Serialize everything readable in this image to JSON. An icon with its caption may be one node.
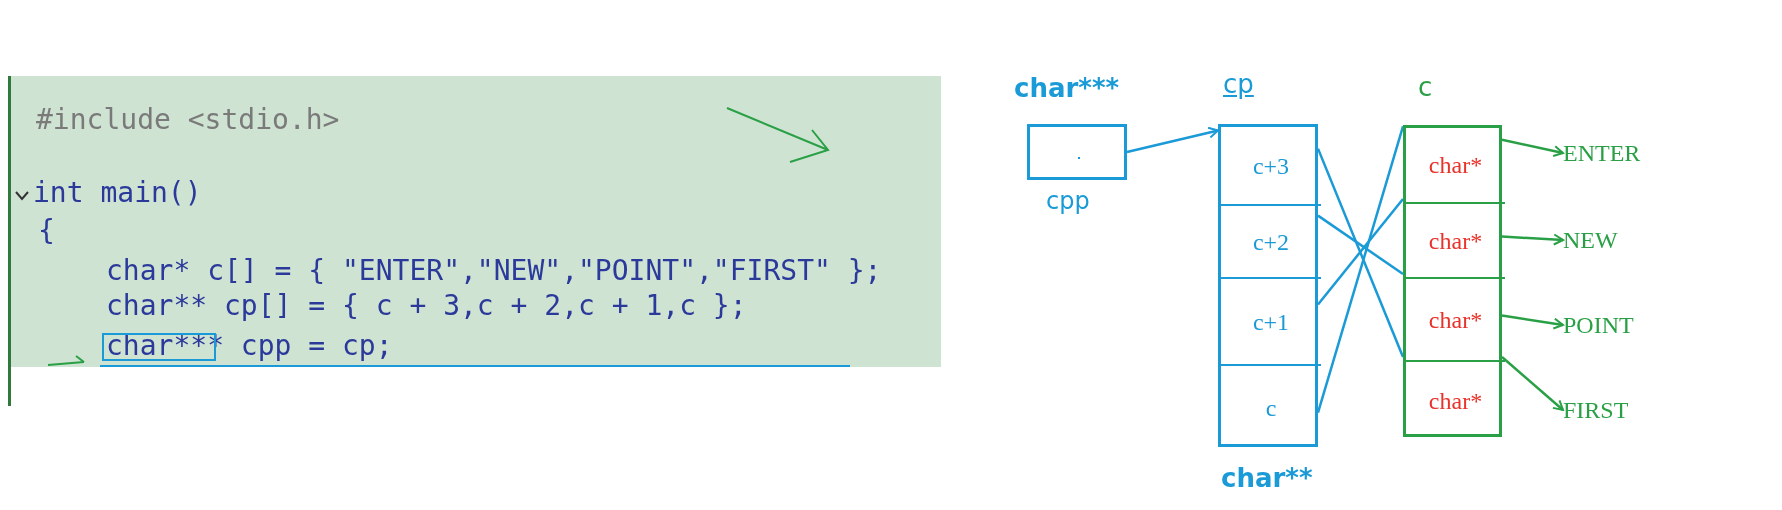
{
  "diagram": {
    "nodes": [
      {
        "text": [],
        "shape": "box",
        "beside": [
          "char***",
          "cpp"
        ]
      },
      {
        "text": [],
        "shape": "box",
        "beside": [
          "cp",
          "char**"
        ]
      },
      {
        "text": [
          "c+3"
        ],
        "in": 1
      },
      {
        "text": [
          "c+2"
        ],
        "in": 1
      },
      {
        "text": [
          "c+1"
        ],
        "in": 1
      },
      {
        "text": [
          "c"
        ],
        "in": 1
      },
      {
        "text": [],
        "shape": "box",
        "beside": [
          "c"
        ]
      },
      {
        "text": [
          "char*"
        ],
        "in": 6
      },
      {
        "text": [
          "char*"
        ],
        "in": 6
      },
      {
        "text": [
          "char*"
        ],
        "in": 6
      },
      {
        "text": [
          "char*"
        ],
        "in": 6
      },
      {
        "text": [
          "ENTER"
        ]
      },
      {
        "text": [
          "NEW"
        ]
      },
      {
        "text": [
          "POINT"
        ]
      },
      {
        "text": [
          "FIRST"
        ]
      }
    ],
    "edges": [
      {
        "from": 0,
        "to": 1,
        "arrow": "to"
      },
      {
        "from": 2,
        "to": 10,
        "arrow": "none"
      },
      {
        "from": 3,
        "to": 9,
        "arrow": "none"
      },
      {
        "from": 4,
        "to": 8,
        "arrow": "none"
      },
      {
        "from": 5,
        "to": 7,
        "arrow": "none"
      },
      {
        "from": 7,
        "to": 11,
        "arrow": "to",
        "color": "#2aa046"
      },
      {
        "from": 8,
        "to": 12,
        "arrow": "to",
        "color": "#2aa046"
      },
      {
        "from": 9,
        "to": 13,
        "arrow": "to",
        "color": "#2aa046"
      },
      {
        "from": 10,
        "to": 14,
        "arrow": "to",
        "color": "#2aa046"
      }
    ],
    "labels": [
      "#include <stdio.h>",
      "int main()",
      "{",
      "char* c[] = { \"ENTER\",\"NEW\",\"POINT\",\"FIRST\" };",
      "char** cp[] = { c + 3,c + 2,c + 1,c };",
      "char*** cpp = cp;"
    ]
  }
}
